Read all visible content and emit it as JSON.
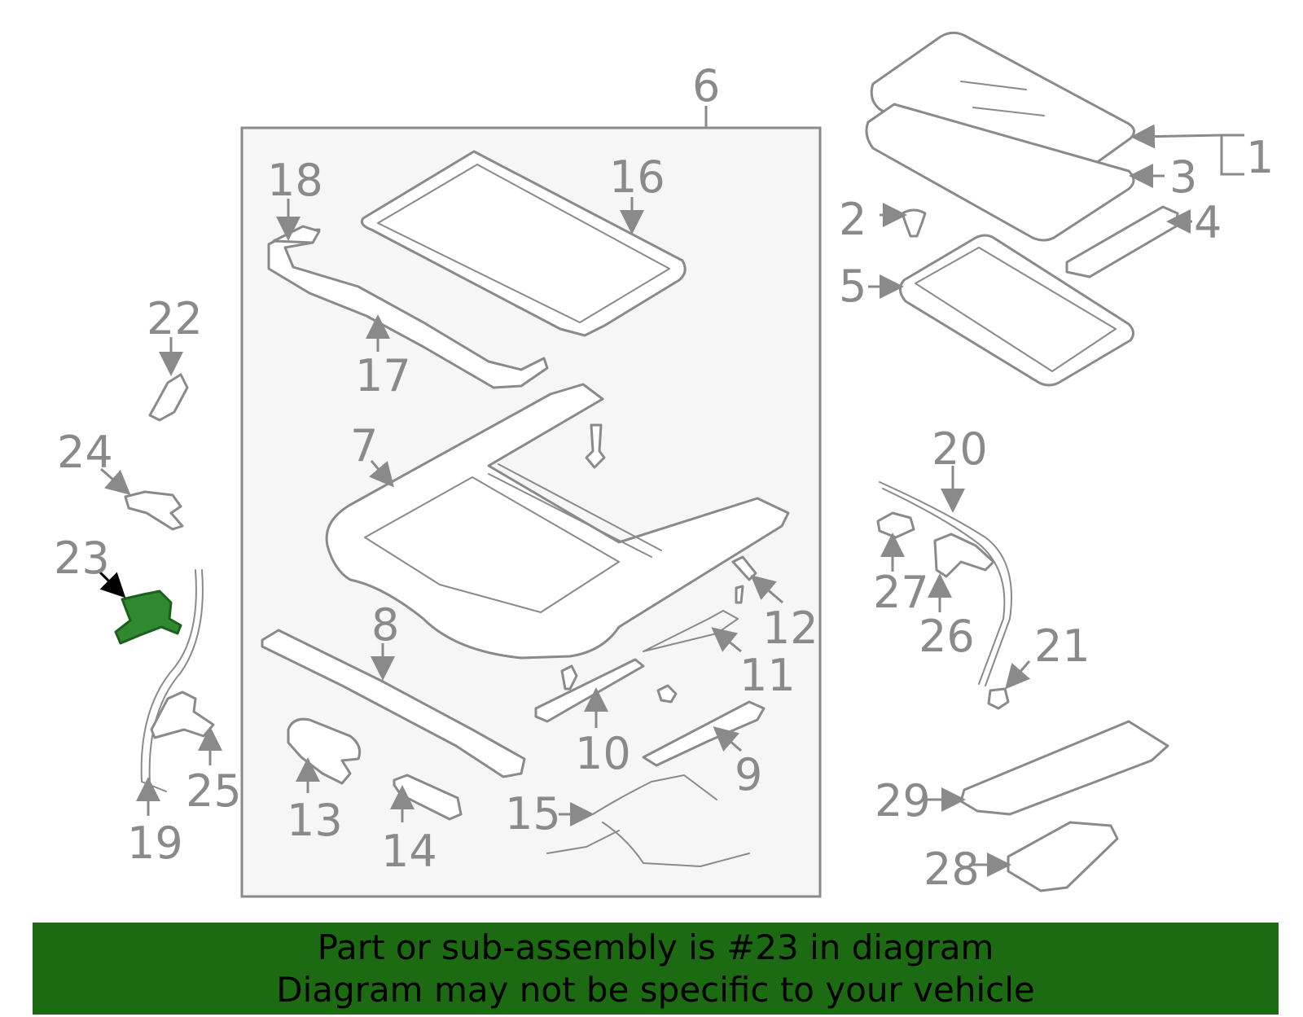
{
  "diagram": {
    "highlighted_part": "23",
    "labels": {
      "p1": "1",
      "p2": "2",
      "p3": "3",
      "p4": "4",
      "p5": "5",
      "p6": "6",
      "p7": "7",
      "p8": "8",
      "p9": "9",
      "p10": "10",
      "p11": "11",
      "p12": "12",
      "p13": "13",
      "p14": "14",
      "p15": "15",
      "p16": "16",
      "p17": "17",
      "p18": "18",
      "p19": "19",
      "p20": "20",
      "p21": "21",
      "p22": "22",
      "p23": "23",
      "p24": "24",
      "p25": "25",
      "p26": "26",
      "p27": "27",
      "p28": "28",
      "p29": "29"
    },
    "colors": {
      "line_art": "#8a8a8a",
      "highlight_part": "#2f8a2f",
      "assembly_box_bg": "#f6f6f6",
      "banner_bg": "#1c6b12",
      "banner_text": "#000000"
    }
  },
  "banner": {
    "line1": "Part or sub-assembly is #23 in diagram",
    "line2": "Diagram may not be specific to your vehicle"
  }
}
